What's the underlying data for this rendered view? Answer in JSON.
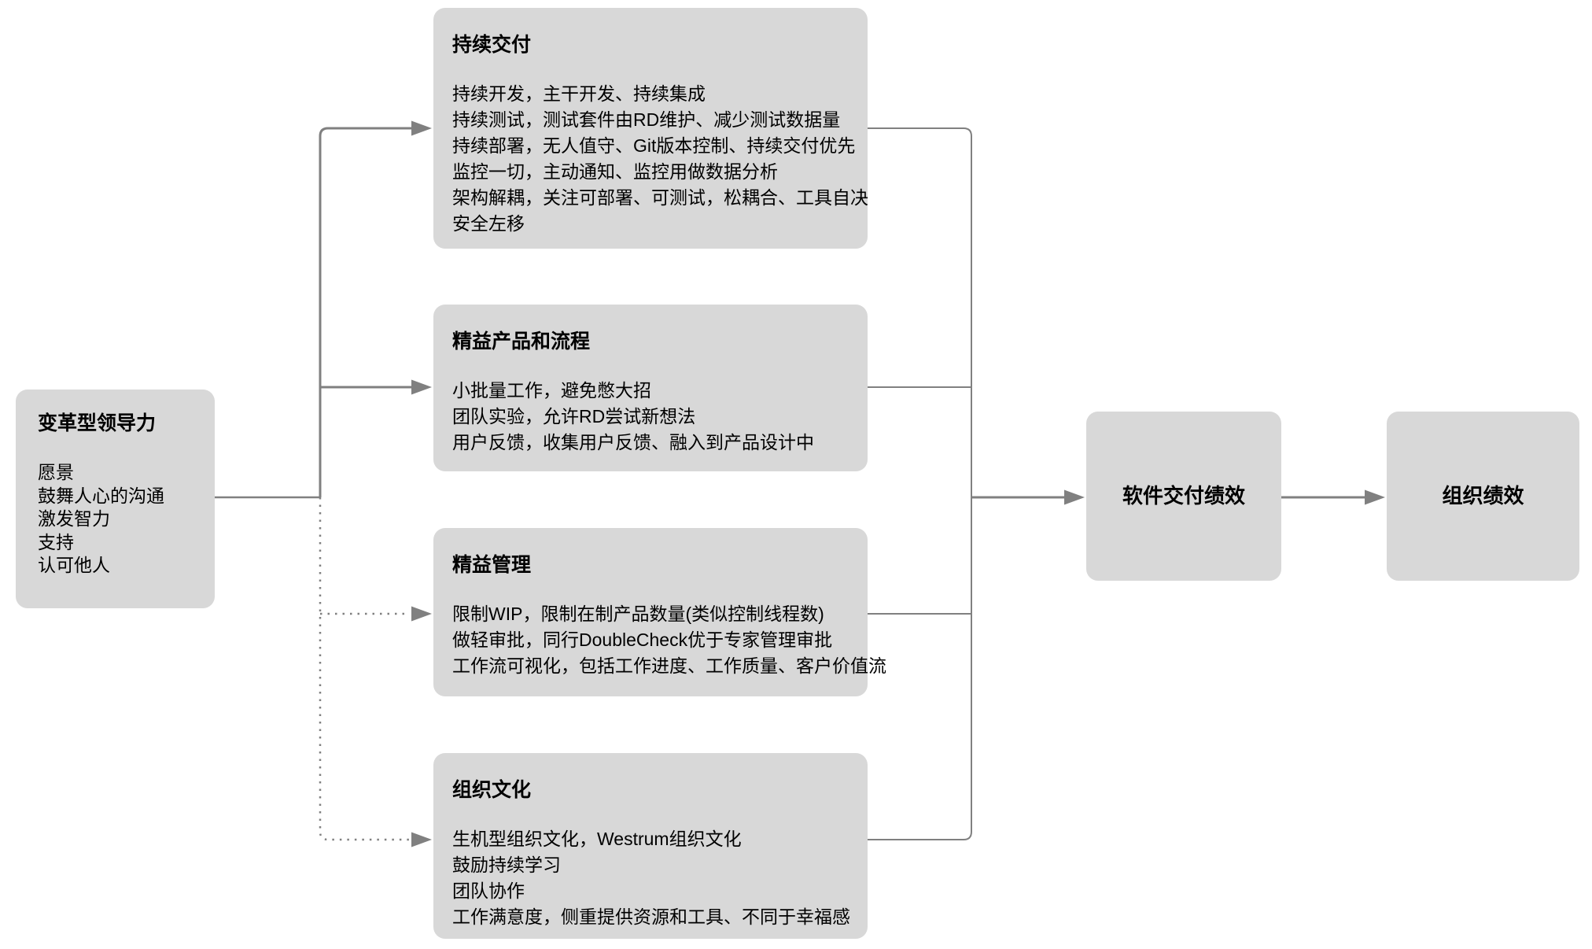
{
  "diagram": {
    "left_box": {
      "title": "变革型领导力",
      "items": [
        "愿景",
        "鼓舞人心的沟通",
        "激发智力",
        "支持",
        "认可他人"
      ]
    },
    "capability_boxes": [
      {
        "title": "持续交付",
        "lines": [
          "持续开发，主干开发、持续集成",
          "持续测试，测试套件由RD维护、减少测试数据量",
          "持续部署，无人值守、Git版本控制、持续交付优先",
          "监控一切，主动通知、监控用做数据分析",
          "架构解耦，关注可部署、可测试，松耦合、工具自决",
          "安全左移"
        ]
      },
      {
        "title": "精益产品和流程",
        "lines": [
          "小批量工作，避免憋大招",
          "团队实验，允许RD尝试新想法",
          "用户反馈，收集用户反馈、融入到产品设计中"
        ]
      },
      {
        "title": "精益管理",
        "lines": [
          "限制WIP，限制在制产品数量(类似控制线程数)",
          "做轻审批，同行DoubleCheck优于专家管理审批",
          "工作流可视化，包括工作进度、工作质量、客户价值流"
        ]
      },
      {
        "title": "组织文化",
        "lines": [
          "生机型组织文化，Westrum组织文化",
          "鼓励持续学习",
          "团队协作",
          "工作满意度，侧重提供资源和工具、不同于幸福感"
        ]
      }
    ],
    "outcome_boxes": [
      {
        "title": "软件交付绩效"
      },
      {
        "title": "组织绩效"
      }
    ],
    "colors": {
      "box_fill": "#d8d8d8",
      "line": "#808080",
      "text": "#000000"
    }
  }
}
